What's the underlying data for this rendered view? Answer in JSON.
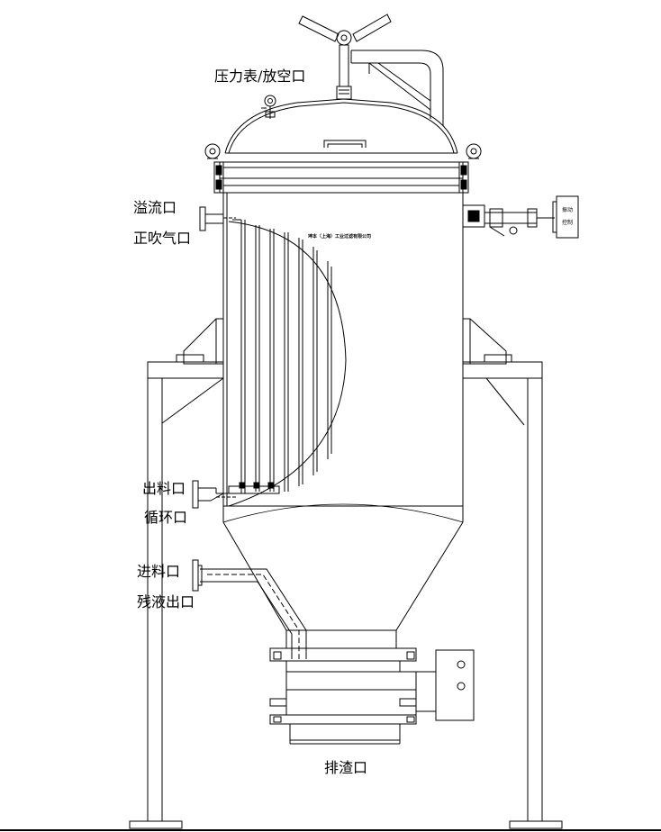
{
  "labels": {
    "pressure_vent": "压力表/放空口",
    "overflow": "溢流口",
    "blowback": "正吹气口",
    "outlet": "出料口",
    "circulation": "循环口",
    "inlet": "进料口",
    "residue_outlet": "残液出口",
    "slag_discharge": "排渣口"
  },
  "nameplate": "坤本（上海）工业过滤有限公司",
  "control_box": {
    "line1": "振动",
    "line2": "控制"
  },
  "colors": {
    "line": "#000000",
    "background": "#ffffff"
  }
}
